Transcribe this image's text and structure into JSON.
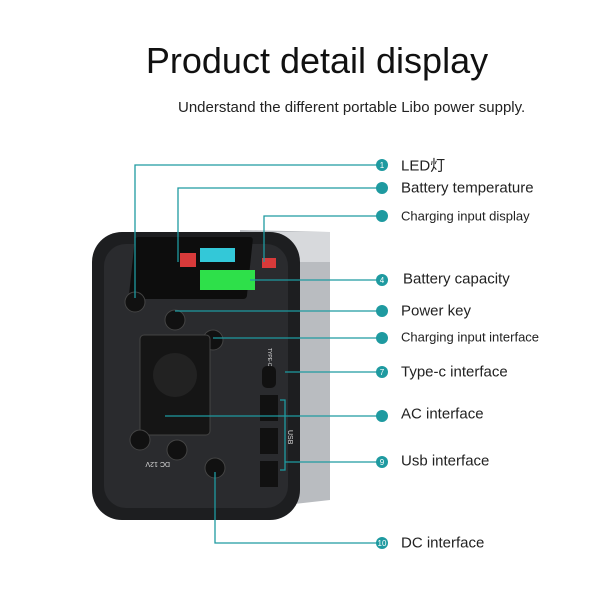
{
  "title": "Product detail display",
  "subtitle": "Understand the different portable Libo power supply.",
  "accent_color": "#1e9aa0",
  "callouts": [
    {
      "number": "1",
      "label": "LED灯"
    },
    {
      "number": "",
      "label": "Battery temperature"
    },
    {
      "number": "",
      "label": "Charging input display"
    },
    {
      "number": "4",
      "label": "Battery capacity"
    },
    {
      "number": "",
      "label": "Power key"
    },
    {
      "number": "",
      "label": "Charging input interface"
    },
    {
      "number": "7",
      "label": "Type-c interface"
    },
    {
      "number": "",
      "label": "AC interface"
    },
    {
      "number": "9",
      "label": "Usb interface"
    },
    {
      "number": "10",
      "label": "DC interface"
    }
  ],
  "device": {
    "dc_label": "DC 12V",
    "usb_label": "USB",
    "typec_label": "TYPE-C"
  }
}
